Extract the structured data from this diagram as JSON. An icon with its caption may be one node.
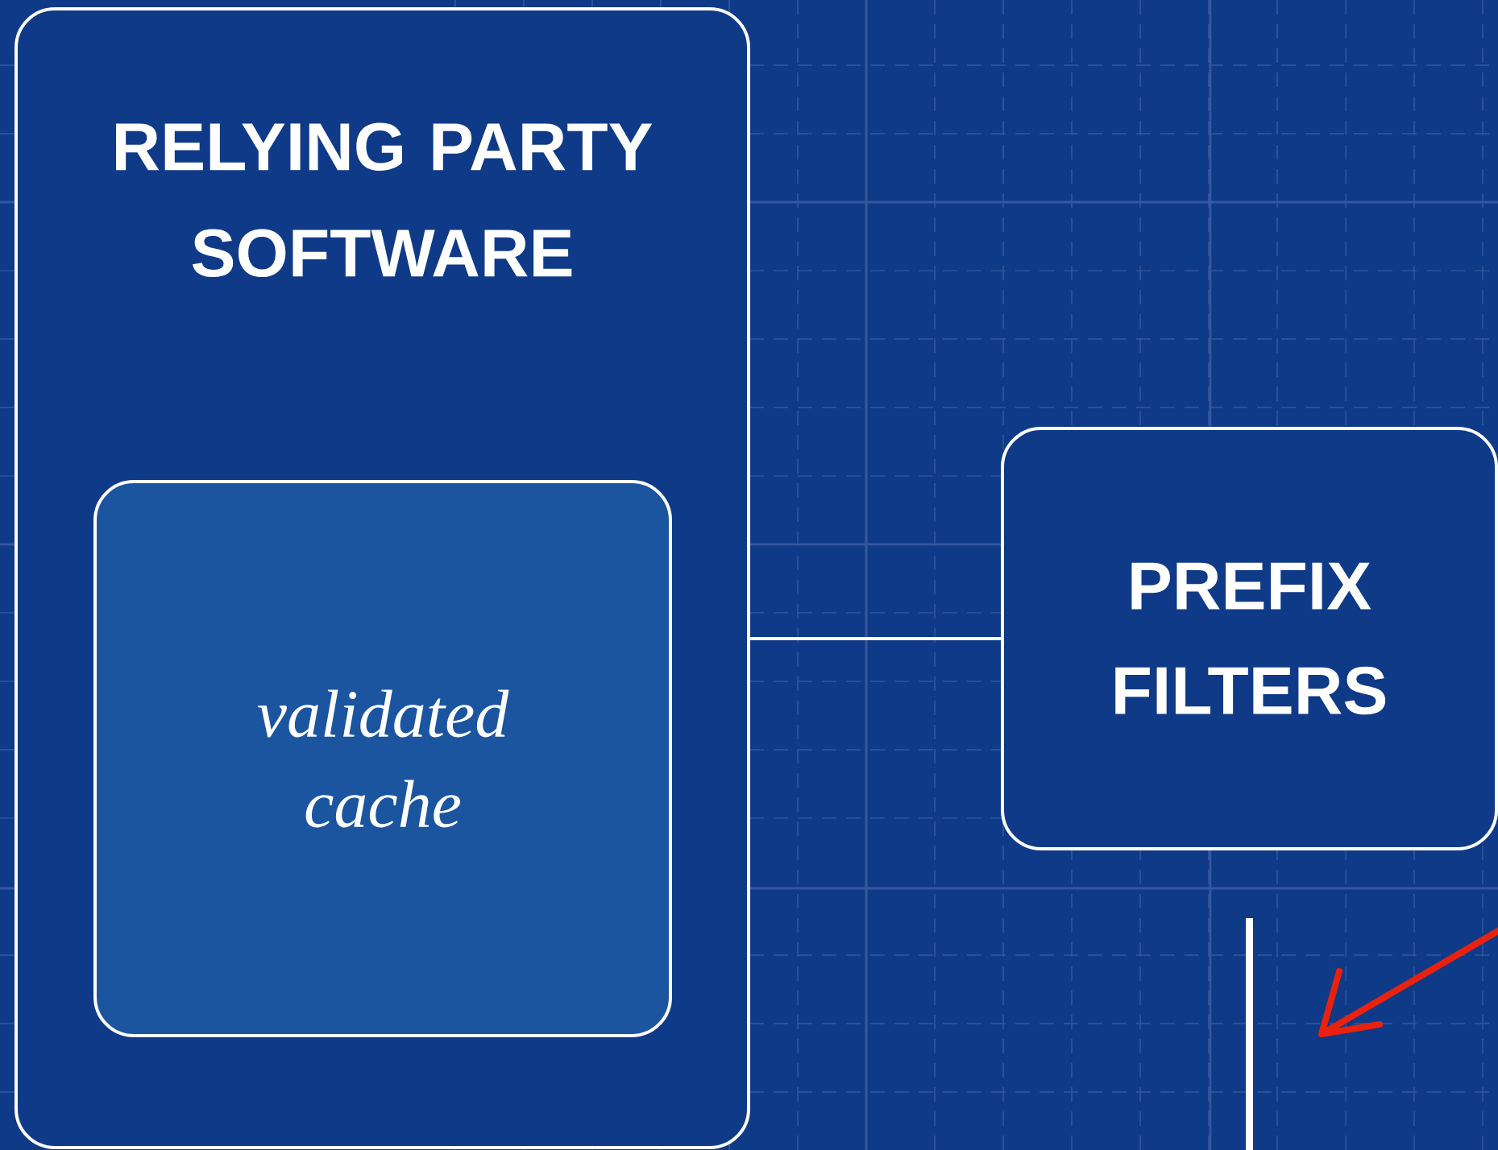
{
  "diagram": {
    "nodes": [
      {
        "text": [
          "RELYING PARTY SOFTWARE"
        ]
      },
      {
        "text": [
          "validated cache"
        ],
        "in": 0
      },
      {
        "text": [
          "PREFIX FILTERS"
        ]
      }
    ],
    "edges": [
      {
        "from": 0,
        "to": 2,
        "arrow": "none"
      },
      {
        "from": 2,
        "to": null,
        "arrow": "none",
        "style": "thick"
      }
    ]
  }
}
